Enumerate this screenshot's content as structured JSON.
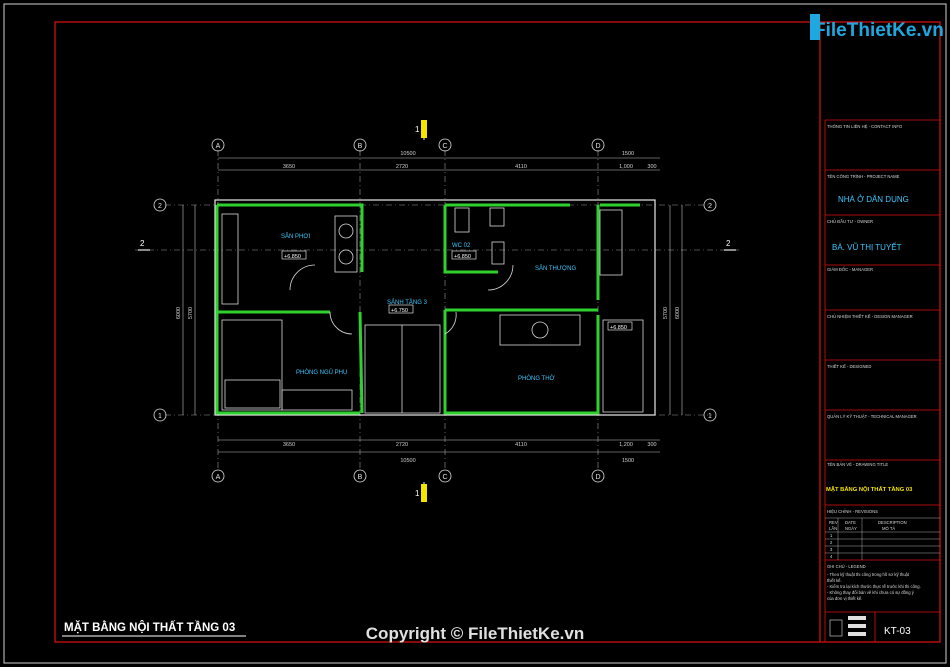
{
  "logo": {
    "text": "FileThietKe.vn"
  },
  "sheet": {
    "title": "MẶT BẰNG NỘI THẤT TẦNG 03",
    "code": "KT-03",
    "copyright": "Copyright © FileThietKe.vn"
  },
  "grid": {
    "cols": [
      "A",
      "B",
      "C",
      "D"
    ],
    "rows": [
      "2",
      "1"
    ],
    "sections": [
      "1",
      "2"
    ]
  },
  "dims": {
    "top_total": "10500",
    "top_right": "1500",
    "top_segments": [
      "3650",
      "2720",
      "4110",
      "1,000",
      "300"
    ],
    "bottom_total": "10500",
    "bottom_right": "1500",
    "bottom_segments": [
      "3650",
      "2720",
      "4110",
      "1,200",
      "300"
    ],
    "left_outer": "6000",
    "left_inner": "5700",
    "right_outer": "6000",
    "right_inner": "5700"
  },
  "rooms": [
    {
      "name": "SÂN PHƠI",
      "level": "+6.850"
    },
    {
      "name": "WC 02",
      "level": "+6.850"
    },
    {
      "name": "SÂN THƯỢNG",
      "level": ""
    },
    {
      "name": "SẢNH TẦNG 3",
      "level": "+6.750"
    },
    {
      "name": "PHÒNG NGỦ PHỤ",
      "level": ""
    },
    {
      "name": "PHÒNG THỜ",
      "level": "+6.850"
    }
  ],
  "titleblock": {
    "project_info_label": "THÔNG TIN LIÊN HỆ - CONTACT INFO",
    "project_name_label": "TÊN CÔNG TRÌNH - PROJECT NAME",
    "project_name": "NHÀ Ở DÂN DỤNG",
    "owner_label": "CHỦ ĐẦU TƯ - OWNER",
    "owner": "BÀ. VŨ THỊ TUYẾT",
    "manager_label": "GIÁM ĐỐC - MANAGER",
    "design_manager_label": "CHỦ NHIỆM THIẾT KẾ - DESIGN MANAGER",
    "designed_label": "THIẾT KẾ - DESIGNED",
    "technical_label": "QUẢN LÝ KỸ THUẬT - TECHNICAL MANAGER",
    "drawing_title_label": "TÊN BẢN VẼ - DRAWING TITLE",
    "drawing_title": "MẶT BẰNG NỘI THẤT TẦNG 03",
    "revision_label": "HIỆU CHỈNH - REVISIONS",
    "rev_cols": [
      "REV",
      "DATE",
      "DESCRIPTION"
    ],
    "rev_sub": [
      "LẦN",
      "NGÀY",
      "MÔ TẢ"
    ],
    "rev_rows": [
      "1",
      "2",
      "3",
      "4"
    ],
    "legend_label": "GHI CHÚ - LEGEND",
    "legend_lines": [
      "- Theo kỹ thuật thi công trong hồ sơ kỹ thuật",
      "thiết kế.",
      "- Kiểm tra lại kích thước thực tế trước khi thi công.",
      "- Không thay đổi bản vẽ khi chưa có sự đồng ý",
      "của đơn vị thiết kế."
    ]
  }
}
